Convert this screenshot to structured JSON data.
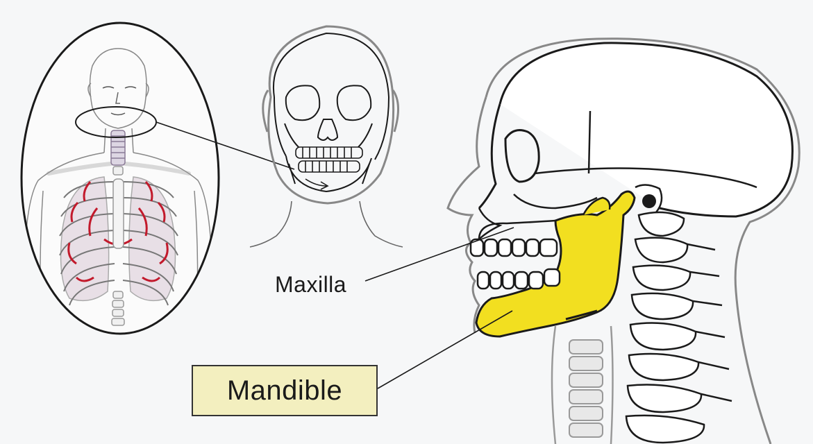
{
  "labels": {
    "maxilla": "Maxilla",
    "mandible": "Mandible"
  },
  "colors": {
    "background": "#f6f7f8",
    "mandible_highlight": "#f2df20",
    "rib_red": "#c21a2c",
    "label_box_fill": "#f3efbf",
    "line": "#1a1a1a"
  },
  "icons": [
    "torso-inset-illustration",
    "front-skull-illustration",
    "lateral-skull-illustration"
  ]
}
